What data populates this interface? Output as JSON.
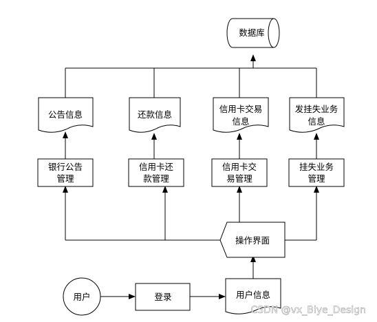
{
  "diagram": {
    "database": "数据库",
    "info": {
      "announce": "公告信息",
      "repay": "还款信息",
      "trade_1": "信用卡交易",
      "trade_2": "信息",
      "loss_1": "发挂失业务",
      "loss_2": "信息"
    },
    "manage": {
      "bank_1": "银行公告",
      "bank_2": "管理",
      "repay_1": "信用卡还",
      "repay_2": "款管理",
      "trade_1": "信用卡交",
      "trade_2": "易管理",
      "loss_1": "挂失业务",
      "loss_2": "管理"
    },
    "interface": "操作界面",
    "user": "用户",
    "login": "登录",
    "user_info": "用户信息"
  },
  "watermark": "CSDN @vx_Biye_Design"
}
